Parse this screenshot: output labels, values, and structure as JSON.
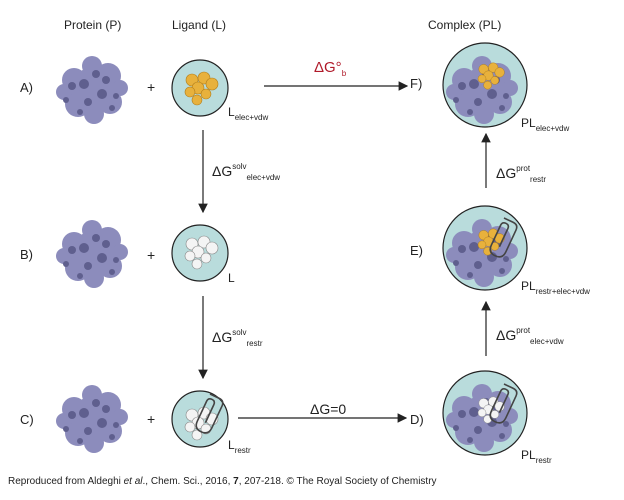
{
  "headers": {
    "protein": "Protein (P)",
    "ligand": "Ligand (L)",
    "complex": "Complex (PL)"
  },
  "row_labels": {
    "a": "A)",
    "b": "B)",
    "c": "C)",
    "d": "D)",
    "e": "E)",
    "f": "F)"
  },
  "plus": "+",
  "subscripts": {
    "L_a": "elec+vdw",
    "L_b": "",
    "L_c": "restr",
    "PL_d": "restr",
    "PL_e": "restr+elec+vdw",
    "PL_f": "elec+vdw"
  },
  "symbols": {
    "L": "L",
    "PL": "PL"
  },
  "edges": {
    "a_to_f": {
      "base": "ΔG°",
      "sub": "b"
    },
    "a_to_b": {
      "base": "ΔG",
      "sup": "solv",
      "sub": "elec+vdw"
    },
    "b_to_c": {
      "base": "ΔG",
      "sup": "solv",
      "sub": "restr"
    },
    "c_to_d": {
      "text": "ΔG=0"
    },
    "d_to_e": {
      "base": "ΔG",
      "sup": "prot",
      "sub": "elec+vdw"
    },
    "e_to_f": {
      "base": "ΔG",
      "sup": "prot",
      "sub": "restr"
    }
  },
  "footer": {
    "prefix": "Reproduced from Aldeghi ",
    "etal": "et al",
    "mid": "., Chem. Sci., 2016, ",
    "volume": "7",
    "suffix": ", 207-218. © The Royal Society of Chemistry"
  },
  "colors": {
    "protein": "#8c8cbc",
    "protein_dark": "#5f5f8e",
    "circle_fill": "#b9dcdc",
    "circle_stroke": "#222222",
    "ligand_gold": "#e8b13c",
    "ligand_white": "#f4f4f4",
    "accent_red": "#b01a2a"
  }
}
